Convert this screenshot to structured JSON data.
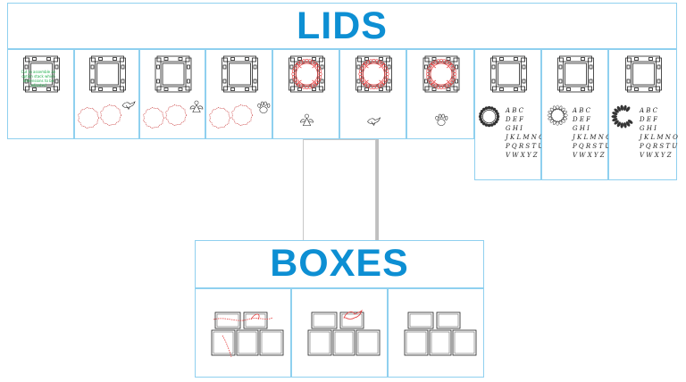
{
  "sections": {
    "lids_title": "LIDS",
    "boxes_title": "BOXES"
  },
  "lids": {
    "note_text": "Cut to assemble an option stack which dimensions to be adjusted",
    "letters_text": "A B C\nD E F\nG H I\nJ K L M N O\nP Q R S T U\nV W X Y Z"
  },
  "icons": {
    "template": "lid-template-icon",
    "circles": "scalloped-circle-icon",
    "dove": "dove-icon",
    "angel": "angel-icon",
    "paw": "paw-icon",
    "wreath": "wreath-icon"
  },
  "colors": {
    "title_blue": "#0d8fd3",
    "border_blue": "#8fd0ef",
    "cut_line": "#222222",
    "decor_red": "#e63d3d",
    "note_green": "#1fae4b"
  }
}
